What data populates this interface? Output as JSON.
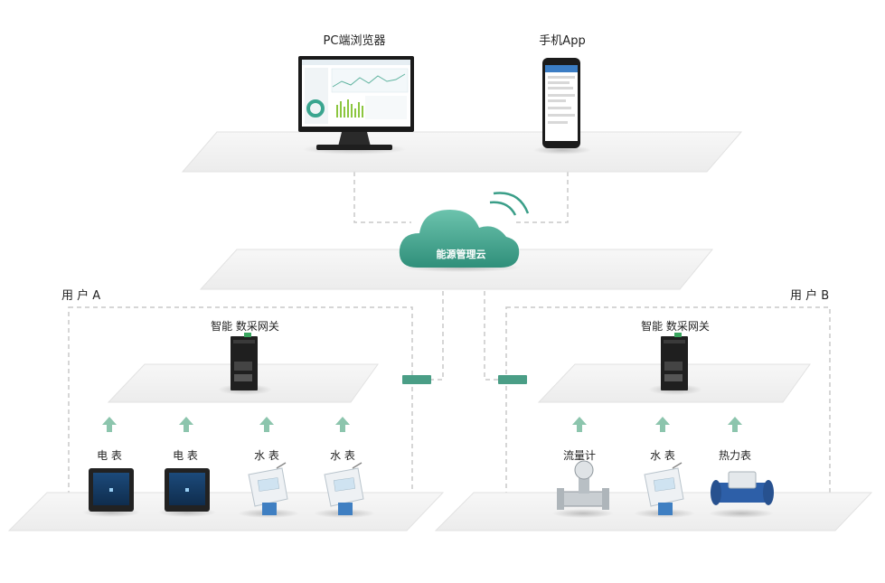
{
  "top": {
    "pc_label": "PC端浏览器",
    "app_label": "手机App"
  },
  "cloud": {
    "label": "能源管理云",
    "color": "#3a9e88"
  },
  "user_a": {
    "title": "用 户 A",
    "gateway_label": "智能 数采网关",
    "devices": [
      {
        "label": "电 表",
        "icon": "electric-meter"
      },
      {
        "label": "电 表",
        "icon": "electric-meter"
      },
      {
        "label": "水 表",
        "icon": "water-meter"
      },
      {
        "label": "水 表",
        "icon": "water-meter"
      }
    ]
  },
  "user_b": {
    "title": "用 户 B",
    "gateway_label": "智能 数采网关",
    "devices": [
      {
        "label": "流量计",
        "icon": "flow-meter"
      },
      {
        "label": "水 表",
        "icon": "water-meter"
      },
      {
        "label": "热力表",
        "icon": "heat-meter"
      }
    ]
  },
  "colors": {
    "accent_green": "#4a9e86",
    "arrow_green": "#8cc5ad",
    "platform": "#f2f2f2",
    "dashed_line": "#c8c8c8"
  }
}
